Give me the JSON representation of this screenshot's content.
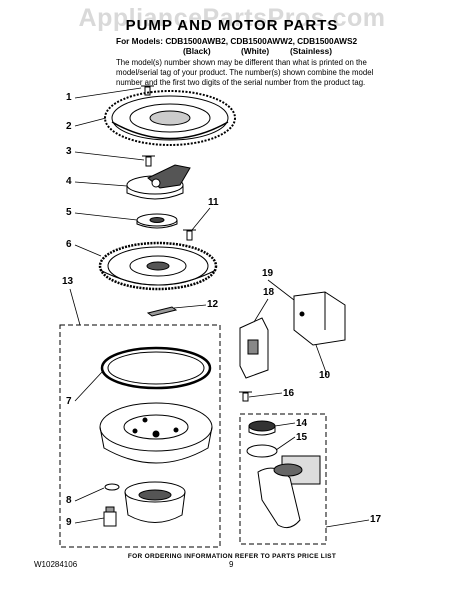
{
  "watermark": "AppliancePartsPros.com",
  "title": "PUMP AND MOTOR PARTS",
  "models": {
    "line": "For Models: CDB1500AWB2, CDB1500AWW2, CDB1500AWS2",
    "variants": [
      "(Black)",
      "(White)",
      "(Stainless)"
    ]
  },
  "note": "The model(s) number shown may be different than what is printed on the model/serial tag of your product. The number(s) shown combine the model number and the first two digits of the serial number from the product tag.",
  "callouts": [
    "1",
    "2",
    "3",
    "4",
    "5",
    "11",
    "6",
    "12",
    "13",
    "19",
    "18",
    "7",
    "10",
    "16",
    "14",
    "15",
    "8",
    "9",
    "17"
  ],
  "footer": "FOR ORDERING INFORMATION REFER TO PARTS PRICE LIST",
  "doc_id": "W10284106",
  "page_number": "9"
}
